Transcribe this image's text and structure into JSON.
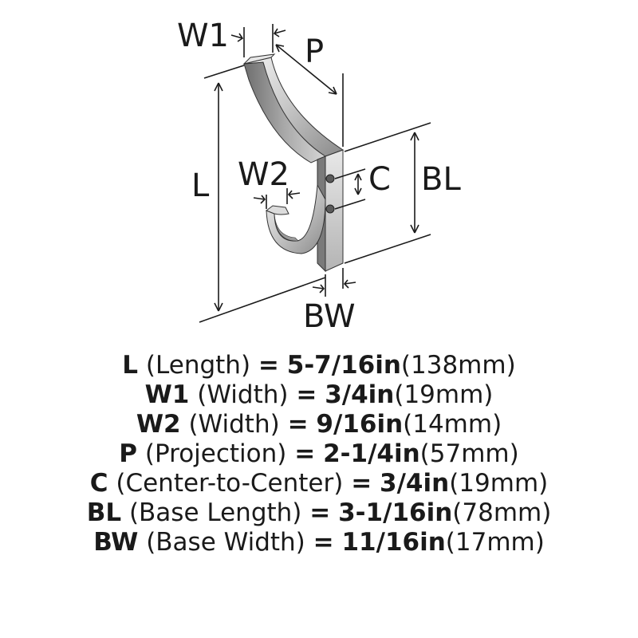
{
  "diagram": {
    "labels": {
      "w1": "W1",
      "p": "P",
      "l": "L",
      "w2": "W2",
      "c": "C",
      "bl": "BL",
      "bw": "BW"
    }
  },
  "specs": [
    {
      "code": "L",
      "desc": "(Length)",
      "eq": "=",
      "imperial": "5-7/16in",
      "metric": "(138mm)"
    },
    {
      "code": "W1",
      "desc": "(Width)",
      "eq": "=",
      "imperial": "3/4in",
      "metric": "(19mm)"
    },
    {
      "code": "W2",
      "desc": "(Width)",
      "eq": "=",
      "imperial": "9/16in",
      "metric": "(14mm)"
    },
    {
      "code": "P",
      "desc": "(Projection)",
      "eq": "=",
      "imperial": "2-1/4in",
      "metric": "(57mm)"
    },
    {
      "code": "C",
      "desc": "(Center-to-Center)",
      "eq": "=",
      "imperial": "3/4in",
      "metric": "(19mm)"
    },
    {
      "code": "BL",
      "desc": "(Base Length)",
      "eq": "=",
      "imperial": "3-1/16in",
      "metric": "(78mm)"
    },
    {
      "code": "BW",
      "desc": "(Base Width)",
      "eq": "=",
      "imperial": "11/16in",
      "metric": "(17mm)"
    }
  ]
}
